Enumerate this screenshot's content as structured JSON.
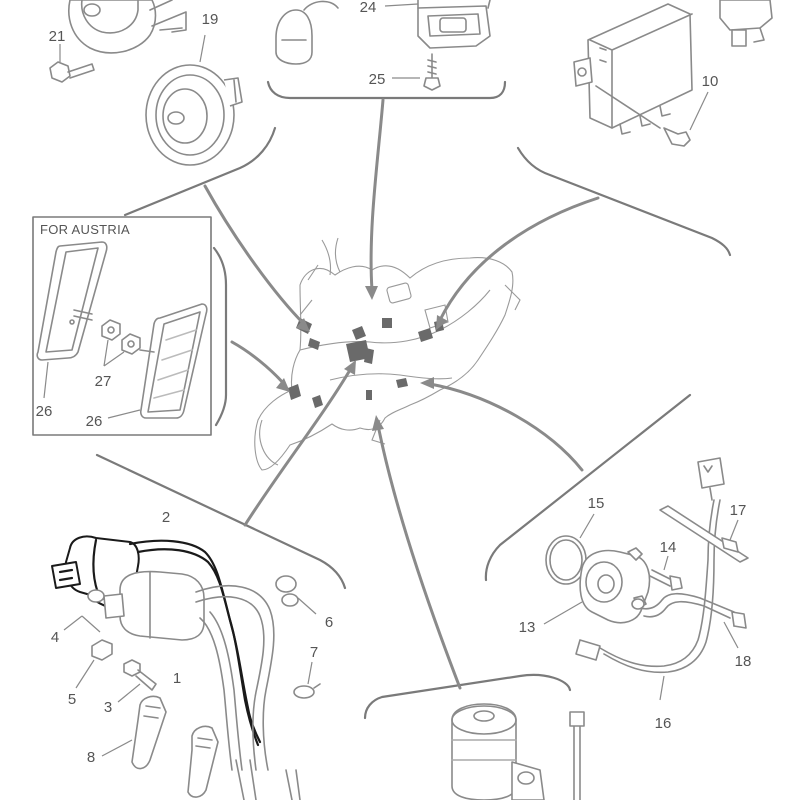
{
  "diagram": {
    "inset_caption": "FOR AUSTRIA",
    "callouts": {
      "c1": "1",
      "c2": "2",
      "c3": "3",
      "c4": "4",
      "c5": "5",
      "c6": "6",
      "c7": "7",
      "c8": "8",
      "c10": "10",
      "c13": "13",
      "c14": "14",
      "c15": "15",
      "c16": "16",
      "c17": "17",
      "c18": "18",
      "c19": "19",
      "c21": "21",
      "c24": "24",
      "c25": "25",
      "c26a": "26",
      "c26b": "26",
      "c27": "27"
    }
  }
}
